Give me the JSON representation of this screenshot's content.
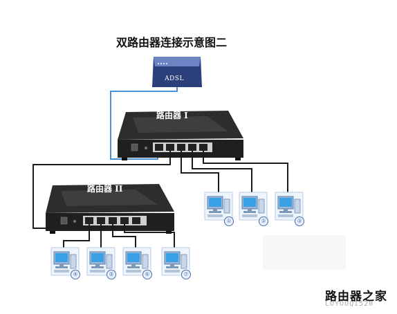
{
  "title": "双路由器连接示意图二",
  "modem": {
    "label": "ADSL"
  },
  "router1": {
    "label": "路由器 I"
  },
  "router2": {
    "label": "路由器 II"
  },
  "pcs": [
    {
      "number": "①"
    },
    {
      "number": "②"
    },
    {
      "number": "③"
    },
    {
      "number": "④"
    },
    {
      "number": "⑤"
    },
    {
      "number": "⑥"
    },
    {
      "number": "⑦"
    }
  ],
  "watermark": {
    "text": "路由器之家",
    "sub": "LUYOUQI520"
  },
  "colors": {
    "router": "#333333",
    "modem": "#2b3f7a",
    "cable": "#1a1a1a",
    "uplink": "#4a90d9",
    "pc_screen": "#3aa0e6"
  }
}
